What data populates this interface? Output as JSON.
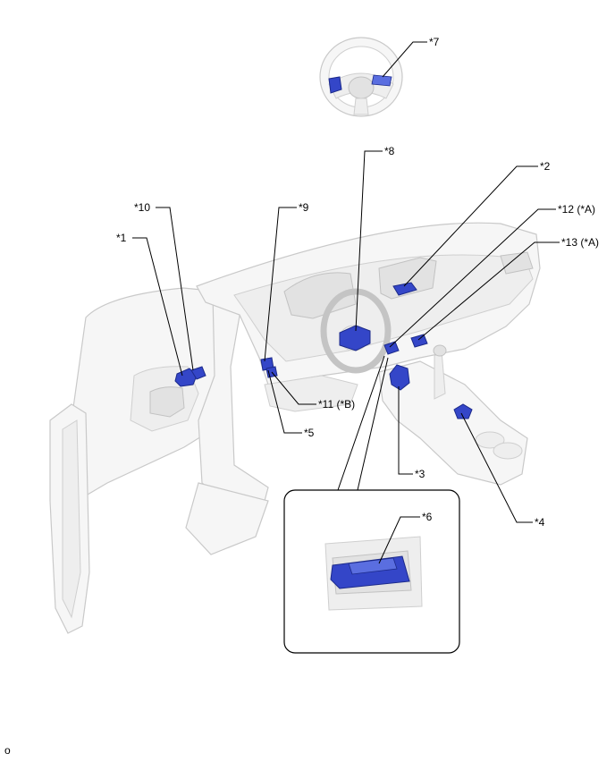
{
  "callouts": {
    "c1": "*1",
    "c2": "*2",
    "c3": "*3",
    "c4": "*4",
    "c5": "*5",
    "c6": "*6",
    "c7": "*7",
    "c8": "*8",
    "c9": "*9",
    "c10": "*10",
    "c11": "*11 (*B)",
    "c12": "*12 (*A)",
    "c13": "*13 (*A)"
  },
  "footer": {
    "mark": "o"
  },
  "colors": {
    "component": "#3446c8",
    "vehicle_body": "#f6f6f6",
    "outline": "#c9c9c9"
  }
}
